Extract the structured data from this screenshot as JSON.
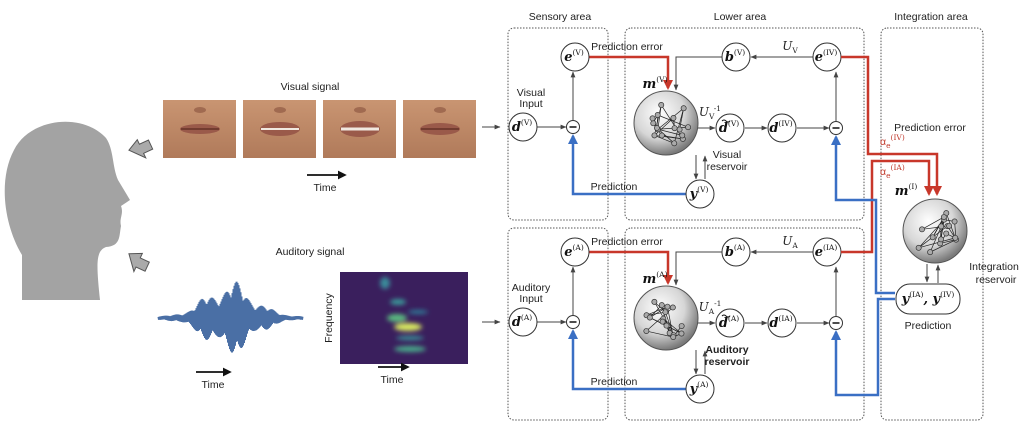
{
  "areas": {
    "sensory": "Sensory area",
    "lower": "Lower area",
    "integration": "Integration area"
  },
  "signals": {
    "visual": "Visual signal",
    "auditory": "Auditory signal",
    "time": "Time",
    "frequency": "Frequency"
  },
  "symbols": {
    "e": "e",
    "d": "d",
    "y": "y",
    "m": "m",
    "b": "b",
    "U": "U",
    "inv": "-1",
    "alpha": "α",
    "alpha_sub": "e",
    "comma": ", ",
    "minus": "−"
  },
  "labels": {
    "prediction_error": "Prediction error",
    "prediction": "Prediction"
  },
  "rows": [
    {
      "input": [
        "Visual",
        "Input"
      ],
      "e": "(V)",
      "d": "(V)",
      "y": "(V)",
      "m": "(V)",
      "b": "(V)",
      "e_i": "(IV)",
      "d_tilde": "(V)",
      "d_i": "(IV)",
      "U": "V",
      "reservoir": [
        "Visual",
        "reservoir"
      ],
      "bold": false
    },
    {
      "input": [
        "Auditory",
        "Input"
      ],
      "e": "(A)",
      "d": "(A)",
      "y": "(A)",
      "m": "(A)",
      "b": "(A)",
      "e_i": "(IA)",
      "d_tilde": "(A)",
      "d_i": "(IA)",
      "U": "A",
      "reservoir": [
        "Auditory",
        "reservoir"
      ],
      "bold": true
    }
  ],
  "integration": {
    "m": "(I)",
    "y1": "(IA)",
    "y2": "(IV)",
    "alpha1": "(IV)",
    "alpha2": "(IA)",
    "reservoir": [
      "Integration",
      "reservoir"
    ],
    "prediction_error": "Prediction error",
    "prediction": "Prediction"
  },
  "colors": {
    "error": "#c8372a",
    "prediction": "#3a6fc4",
    "connection": "#444444",
    "waveform": "#4a6fa5",
    "silhouette": "#a3a3a3",
    "spectrogram_bg": "#3a1f5d"
  }
}
